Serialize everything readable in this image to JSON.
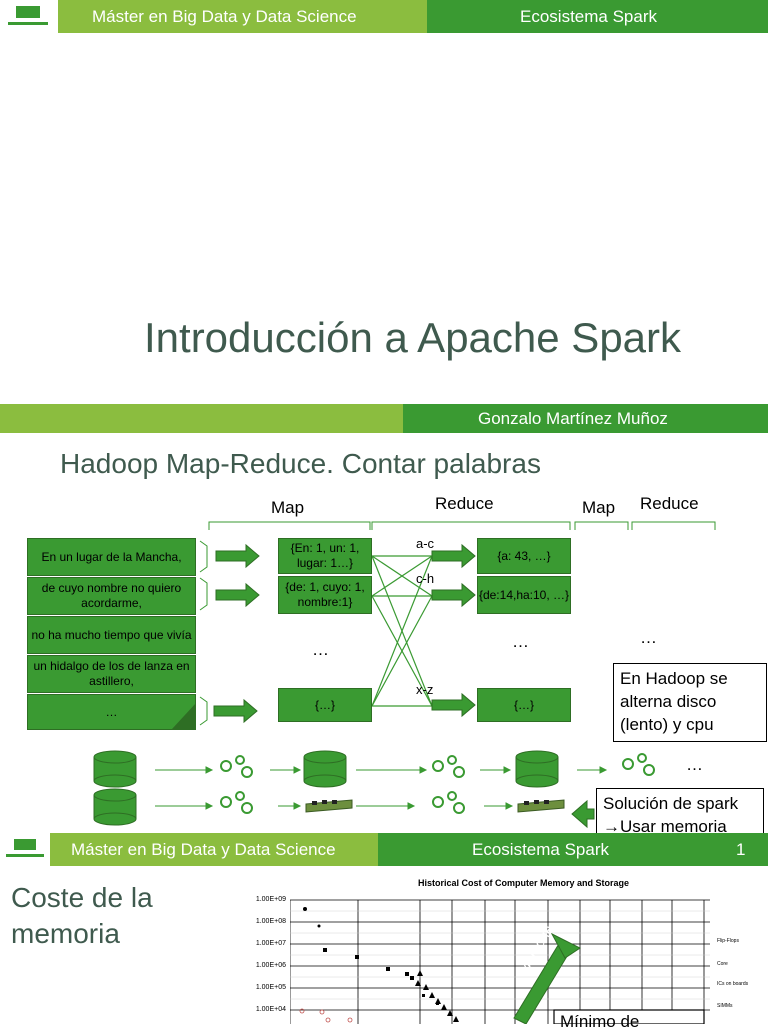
{
  "slide1": {
    "header_left": "Máster en Big Data y Data Science",
    "header_right": "Ecosistema Spark",
    "title": "Introducción a Apache Spark",
    "author": "Gonzalo Martínez Muñoz"
  },
  "slide2": {
    "title": "Hadoop Map-Reduce. Contar palabras",
    "labels": {
      "map1": "Map",
      "reduce1": "Reduce",
      "map2": "Map",
      "reduce2": "Reduce"
    },
    "lines": [
      "En un lugar de la Mancha,",
      "de cuyo nombre no quiero acordarme,",
      "no ha mucho tiempo que vivía",
      "un hidalgo de los de lanza en astillero,",
      "…"
    ],
    "map_out": [
      "{En: 1, un: 1, lugar: 1…}",
      "{de: 1, cuyo: 1, nombre:1}",
      "{…}"
    ],
    "ranges": [
      "a-c",
      "c-h",
      "x-z"
    ],
    "reduce_out": [
      "{a: 43, …}",
      "{de:14,ha:10, …}",
      "{…}"
    ],
    "ellipsis": "…",
    "note_hadoop": "En Hadoop se alterna disco (lento) y cpu",
    "note_spark_1": "Solución de spark",
    "note_spark_2": "→Usar memoria",
    "footer_left": "Máster en Big Data y Data Science",
    "footer_right": "Ecosistema Spark",
    "page": "1"
  },
  "slide3": {
    "title": "Coste de la memoria",
    "chart_data": {
      "type": "scatter",
      "title": "Historical Cost of Computer Memory and Storage",
      "yticks": [
        "1.00E+09",
        "1.00E+08",
        "1.00E+07",
        "1.00E+06",
        "1.00E+05",
        "1.00E+04"
      ],
      "legend": [
        "Flip-Flops",
        "Core",
        "ICs on boards",
        "SIMMs"
      ],
      "arrow_label": "Memoria",
      "callout": "Mínimo de"
    }
  },
  "colors": {
    "dark_green": "#3a9a32",
    "header_green": "#8bbd3f",
    "title_text": "#3f5a4e"
  }
}
